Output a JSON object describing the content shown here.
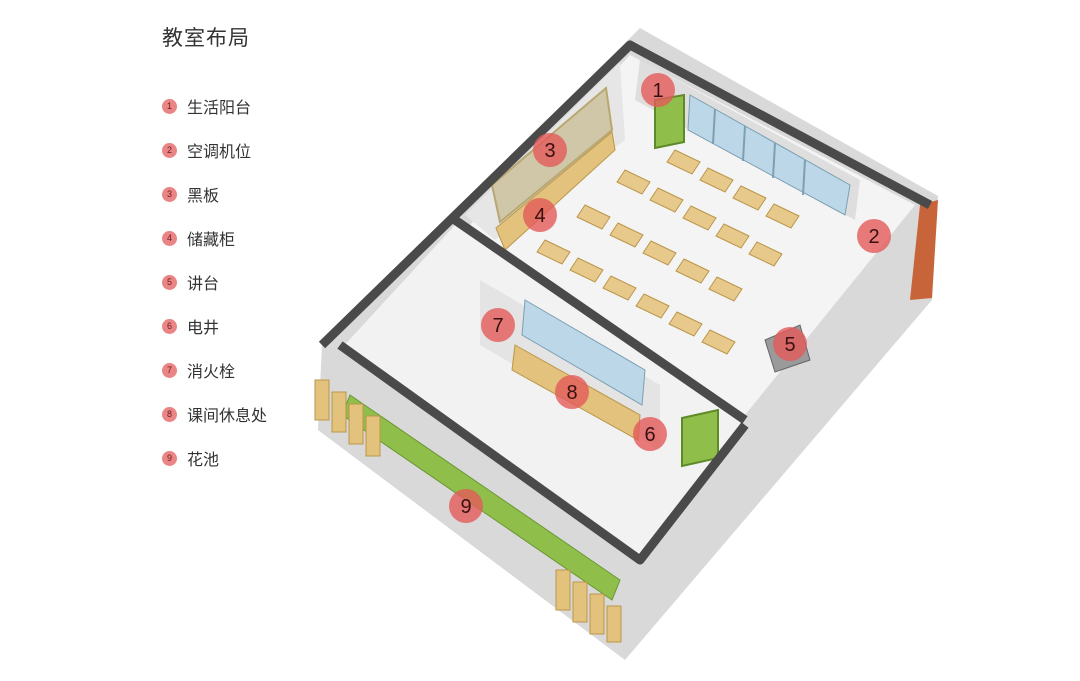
{
  "title": "教室布局",
  "legend": [
    {
      "num": "1",
      "label": "生活阳台"
    },
    {
      "num": "2",
      "label": "空调机位"
    },
    {
      "num": "3",
      "label": "黑板"
    },
    {
      "num": "4",
      "label": "储藏柜"
    },
    {
      "num": "5",
      "label": "讲台"
    },
    {
      "num": "6",
      "label": "电井"
    },
    {
      "num": "7",
      "label": "消火栓"
    },
    {
      "num": "8",
      "label": "课间休息处"
    },
    {
      "num": "9",
      "label": "花池"
    }
  ],
  "markers": [
    "1",
    "2",
    "3",
    "4",
    "5",
    "6",
    "7",
    "8",
    "9"
  ],
  "colors": {
    "marker": "#e35a5a",
    "wall": "#4a4a4a",
    "desk": "#e8c98c",
    "floor": "#f4f4f4",
    "green": "#8fbf4a",
    "orange": "#c8643a",
    "window": "#bcd8e8"
  }
}
